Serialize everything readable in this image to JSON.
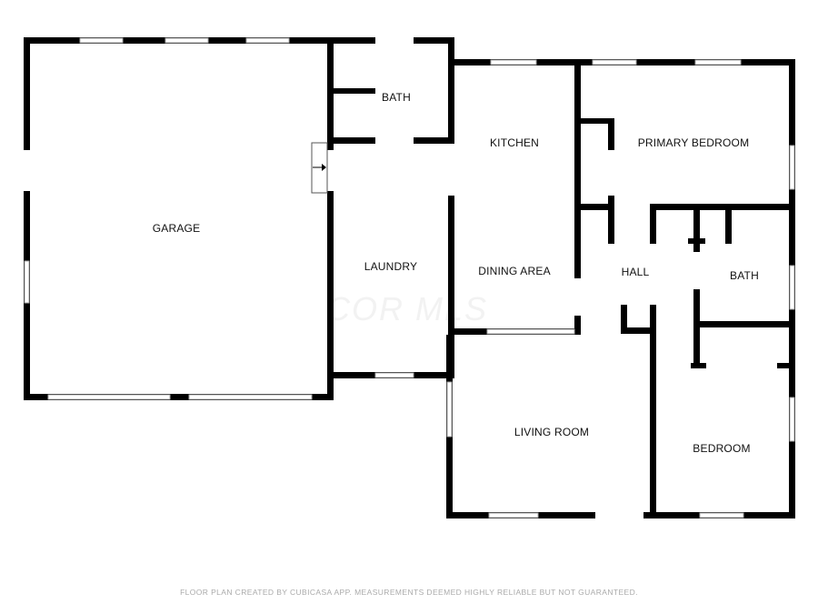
{
  "rooms": {
    "garage": "GARAGE",
    "bath_upper": "BATH",
    "kitchen": "KITCHEN",
    "primary_bedroom": "PRIMARY BEDROOM",
    "laundry": "LAUNDRY",
    "dining_area": "DINING AREA",
    "hall": "HALL",
    "bath_lower": "BATH",
    "living_room": "LIVING ROOM",
    "bedroom": "BEDROOM"
  },
  "watermark": "COR MLS",
  "footer": "FLOOR PLAN CREATED BY CUBICASA APP. MEASUREMENTS DEEMED HIGHLY RELIABLE BUT NOT GUARANTEED."
}
